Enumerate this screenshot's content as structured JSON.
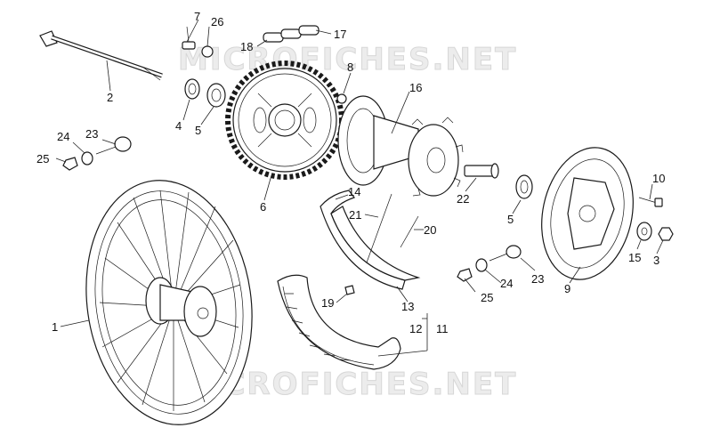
{
  "watermark": {
    "top": "MICROFICHES.NET",
    "bottom": "MICROFICHES.NET"
  },
  "callouts": {
    "c1": "1",
    "c2": "2",
    "c3": "3",
    "c4": "4",
    "c5a": "5",
    "c5b": "5",
    "c6": "6",
    "c7": "7",
    "c8": "8",
    "c9": "9",
    "c10": "10",
    "c11": "11",
    "c12": "12",
    "c13": "13",
    "c14": "14",
    "c15": "15",
    "c16": "16",
    "c17": "17",
    "c18": "18",
    "c19": "19",
    "c20": "20",
    "c21": "21",
    "c22": "22",
    "c23a": "23",
    "c23b": "23",
    "c24a": "24",
    "c24b": "24",
    "c25a": "25",
    "c25b": "25",
    "c26": "26"
  }
}
